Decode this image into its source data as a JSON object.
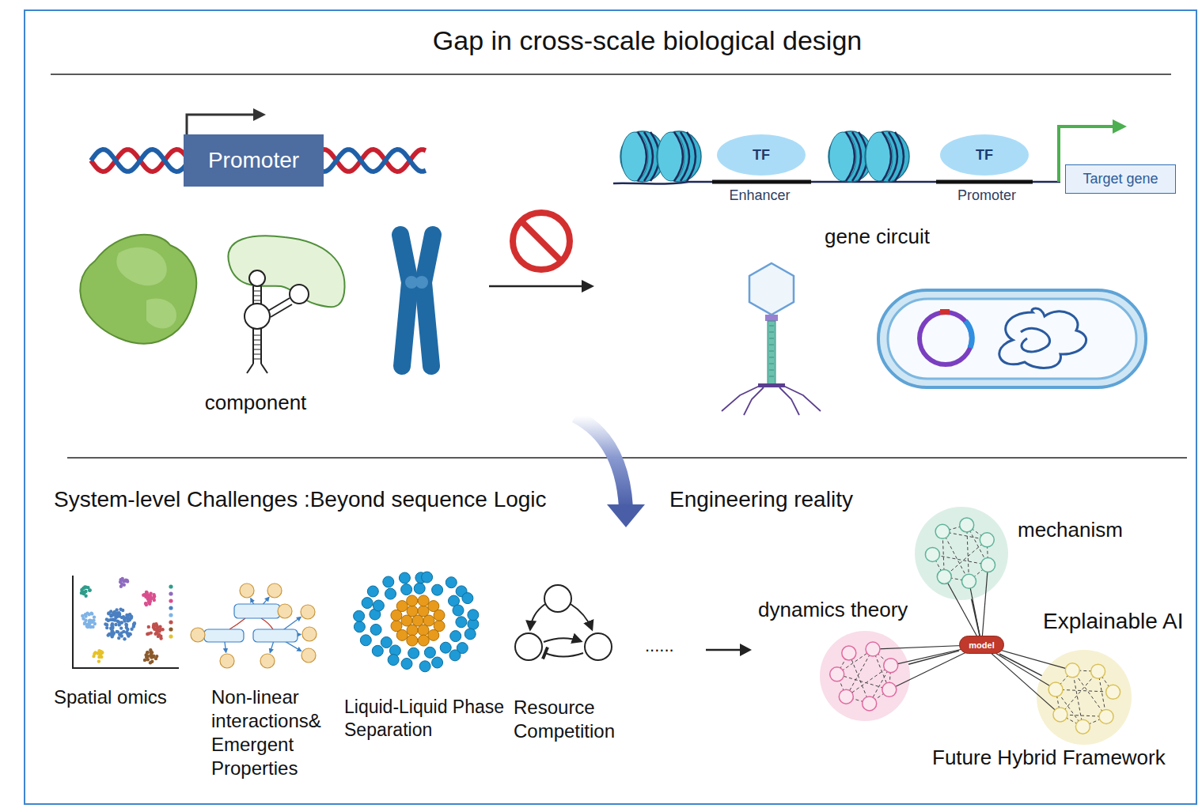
{
  "diagram": {
    "title": "Gap in cross-scale biological design",
    "nodes": [
      {
        "text": [
          "Promoter"
        ]
      },
      {
        "text": [
          "TF"
        ]
      },
      {
        "text": [
          "TF"
        ]
      },
      {
        "text": [
          "Target gene"
        ]
      },
      {
        "text": [
          "mechanism"
        ]
      },
      {
        "text": [
          "dynamics theory"
        ]
      },
      {
        "text": [
          "model"
        ]
      },
      {
        "text": [
          "Explainable AI"
        ]
      }
    ],
    "edges": [
      {
        "from": 6,
        "to": 4,
        "arrow": "none"
      },
      {
        "from": 6,
        "to": 5,
        "arrow": "none"
      },
      {
        "from": 6,
        "to": 7,
        "arrow": "none"
      }
    ],
    "labels": [
      "Enhancer",
      "Promoter",
      "gene circuit",
      "component",
      "System-level Challenges :Beyond sequence Logic",
      "Engineering reality",
      "Spatial omics",
      "Non-linear interactions& Emergent Properties",
      "Liquid-Liquid Phase Separation",
      "Resource Competition",
      "......",
      "Future Hybrid Framework"
    ]
  }
}
